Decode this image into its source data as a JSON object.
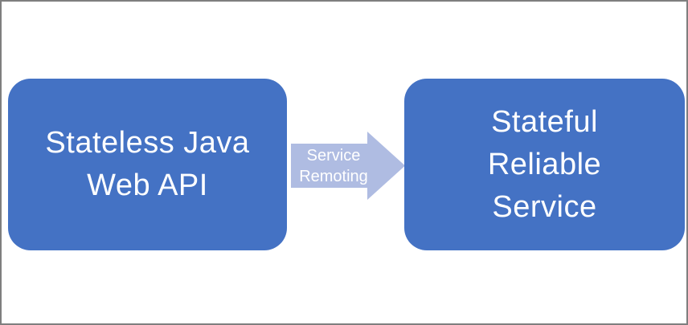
{
  "diagram": {
    "left_box": {
      "line1": "Stateless Java",
      "line2": "Web API"
    },
    "arrow": {
      "line1": "Service",
      "line2": "Remoting"
    },
    "right_box": {
      "line1": "Stateful",
      "line2": "Reliable",
      "line3": "Service"
    },
    "colors": {
      "box_fill": "#4472C4",
      "box_text": "#FFFFFF",
      "arrow_fill": "#AFBCE2",
      "arrow_text": "#FFFFFF",
      "canvas_border": "#7F7F7F",
      "canvas_background": "#FFFFFF"
    }
  }
}
